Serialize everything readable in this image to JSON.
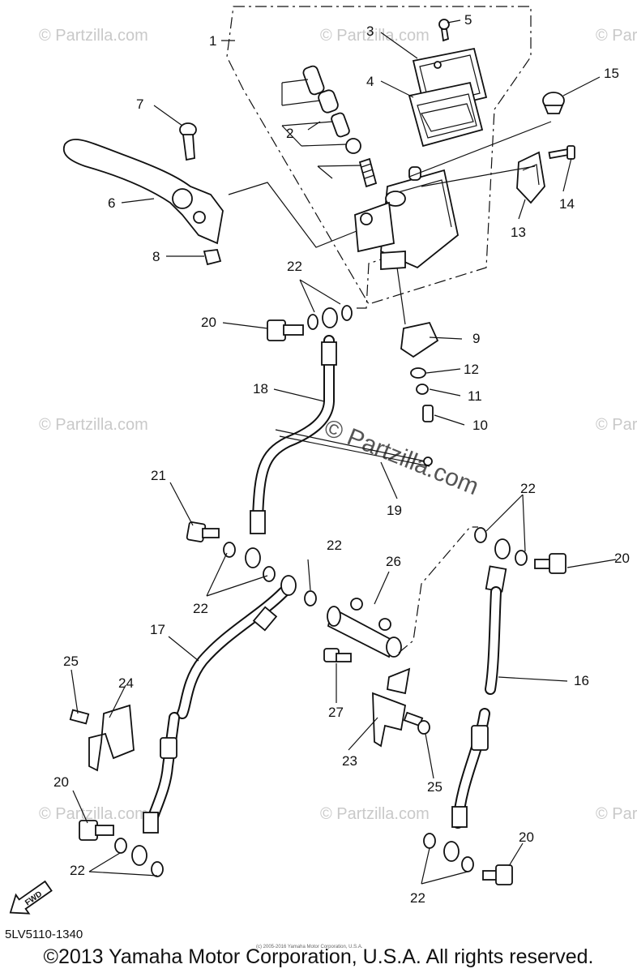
{
  "watermarks": {
    "site": "© Partzilla.com",
    "center": "© Partzilla.com"
  },
  "callouts": {
    "c1": "1",
    "c2": "2",
    "c3": "3",
    "c4": "4",
    "c5": "5",
    "c6": "6",
    "c7": "7",
    "c8": "8",
    "c9": "9",
    "c10": "10",
    "c11": "11",
    "c12": "12",
    "c13": "13",
    "c14": "14",
    "c15": "15",
    "c16": "16",
    "c17": "17",
    "c18": "18",
    "c19": "19",
    "c20": "20",
    "c21": "21",
    "c22": "22",
    "c23": "23",
    "c24": "24",
    "c25": "25",
    "c26": "26",
    "c27": "27"
  },
  "fwd_label": "FWD",
  "diagram_code": "5LV5110-1340",
  "small_notice": "(c) 2005-2016 Yamaha Motor Corporation, U.S.A.",
  "copyright": "©2013 Yamaha Motor Corporation, U.S.A. All rights reserved."
}
